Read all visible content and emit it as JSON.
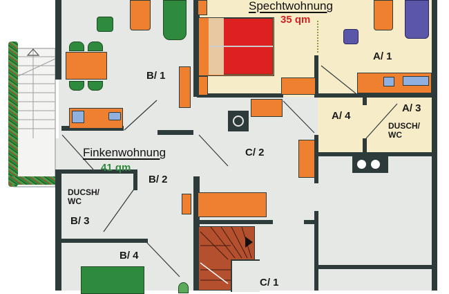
{
  "apartments": [
    {
      "name": "Spechtwohnung",
      "area": "35 qm",
      "area_color": "#d42020",
      "floor_color": "#f7ecc8"
    },
    {
      "name": "Finkenwohnung",
      "area": "41 qm",
      "area_color": "#2e8a3c",
      "floor_color": "#e6e8e6"
    }
  ],
  "rooms": {
    "a1": "A/ 1",
    "a3": "A/ 3",
    "a3_type": "DUSCH/ WC",
    "a4": "A/ 4",
    "b1": "B/ 1",
    "b2": "B/ 2",
    "b3": "B/ 3",
    "b3_type": "DUCSH/ WC",
    "b4": "B/ 4",
    "c1": "C/ 1",
    "c2": "C/ 2"
  },
  "colors": {
    "wall": "#2e3b3b",
    "furniture": "#ee8030",
    "green_furniture": "#2e8a3c",
    "blue_furniture": "#5a56a8",
    "bed": "#dd2020",
    "stairs": "#b5502e"
  }
}
